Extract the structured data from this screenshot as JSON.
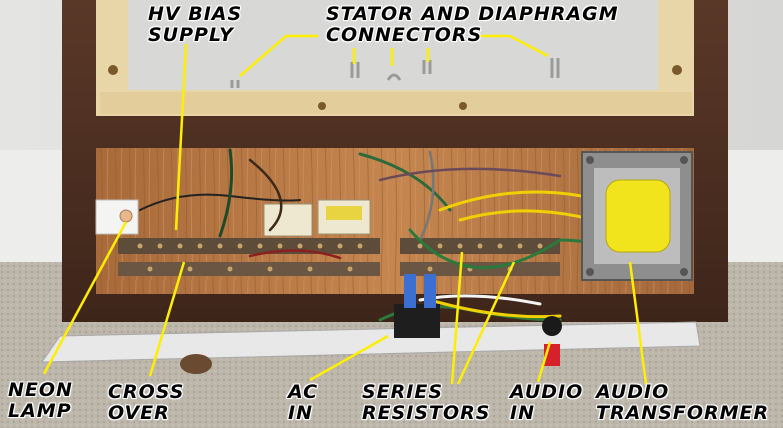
{
  "labels": {
    "hv_bias": {
      "line1": "HV BIAS",
      "line2": "SUPPLY"
    },
    "stator": {
      "line1": "STATOR AND DIAPHRAGM",
      "line2": "CONNECTORS"
    },
    "neon": {
      "line1": "NEON",
      "line2": "LAMP"
    },
    "cross": {
      "line1": "CROSS",
      "line2": "OVER"
    },
    "ac": {
      "line1": "AC",
      "line2": "IN"
    },
    "series": {
      "line1": "SERIES",
      "line2": "RESISTORS"
    },
    "audio_in": {
      "line1": "AUDIO",
      "line2": "IN"
    },
    "audio_tx": {
      "line1": "AUDIO",
      "line2": "TRANSFORMER"
    }
  },
  "colors": {
    "wall": "#dcdcda",
    "walnut": "#4a2e22",
    "pine": "#e6d2a4",
    "oak": "#b97a45",
    "board": "#cfcfcf",
    "leader": "#ffee00",
    "transformer_tape": "#f2e41c"
  }
}
